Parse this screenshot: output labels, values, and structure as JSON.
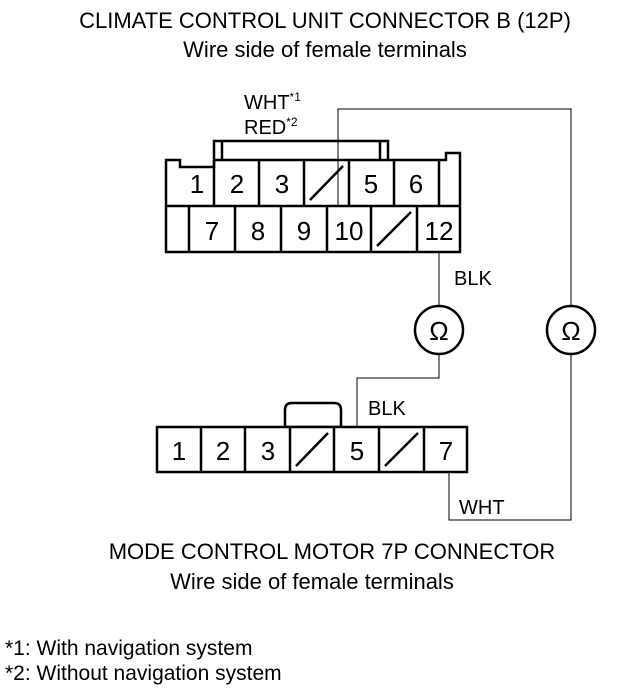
{
  "top_connector": {
    "title": "CLIMATE CONTROL UNIT CONNECTOR B (12P)",
    "subtitle": "Wire side of female terminals",
    "row1_pins": [
      "1",
      "2",
      "3",
      "",
      "5",
      "6"
    ],
    "row2_pins": [
      "",
      "7",
      "8",
      "9",
      "10",
      "",
      "12"
    ]
  },
  "bottom_connector": {
    "title": "MODE CONTROL MOTOR 7P CONNECTOR",
    "subtitle": "Wire side of female terminals",
    "pins": [
      "1",
      "2",
      "3",
      "",
      "5",
      "",
      "7"
    ]
  },
  "wire_labels": {
    "wht_nav": "WHT",
    "wht_nav_sup": "*1",
    "red_nonav": "RED",
    "red_nonav_sup": "*2",
    "blk_top": "BLK",
    "blk_bottom": "BLK",
    "wht_bottom": "WHT"
  },
  "meters": {
    "left_symbol": "Ω",
    "right_symbol": "Ω"
  },
  "notes": [
    "*1: With navigation system",
    "*2: Without navigation system"
  ]
}
